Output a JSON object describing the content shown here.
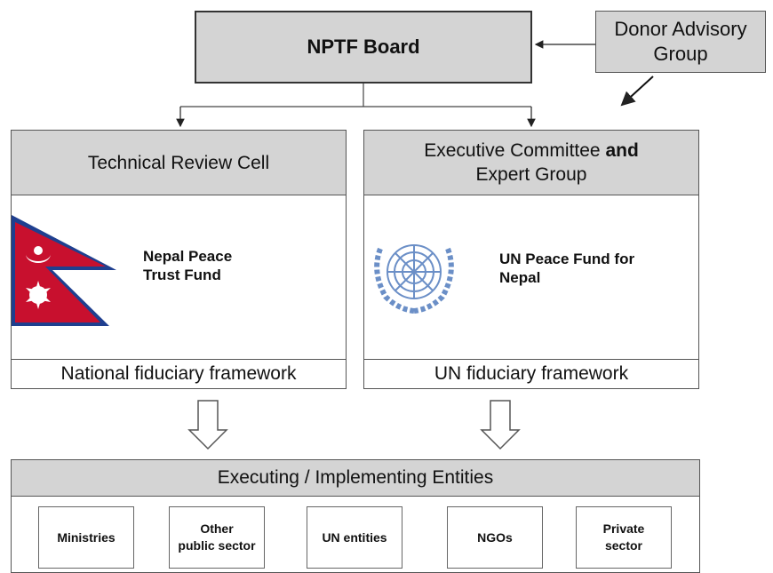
{
  "board": {
    "title": "NPTF Board"
  },
  "donor": {
    "line1": "Donor Advisory",
    "line2": "Group"
  },
  "left_panel": {
    "header": "Technical Review Cell",
    "fund_line1": "Nepal Peace",
    "fund_line2": "Trust Fund",
    "footer": "National fiduciary framework",
    "icon": "nepal-flag-icon"
  },
  "right_panel": {
    "header_part1": "Executive Committee ",
    "header_part1_bold": "and",
    "header_line2": "Expert Group",
    "fund_line1": "UN Peace Fund for",
    "fund_line2": "Nepal",
    "footer": "UN fiduciary framework",
    "icon": "un-emblem-icon"
  },
  "executing": {
    "header": "Executing / Implementing Entities",
    "entities": [
      {
        "line1": "Ministries",
        "line2": ""
      },
      {
        "line1": "Other",
        "line2": "public sector"
      },
      {
        "line1": "UN entities",
        "line2": ""
      },
      {
        "line1": "NGOs",
        "line2": ""
      },
      {
        "line1": "Private",
        "line2": "sector"
      }
    ]
  },
  "colors": {
    "box_fill": "#d4d4d4",
    "flag_red": "#c8102e",
    "flag_blue": "#1f3f8f",
    "un_blue": "#6b8fc7"
  }
}
